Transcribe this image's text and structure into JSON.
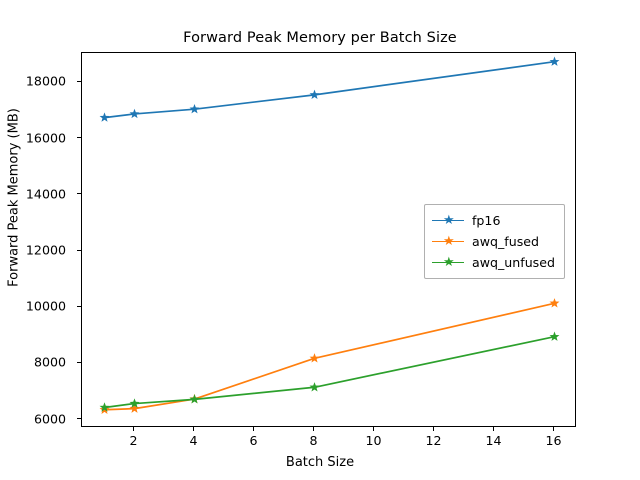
{
  "chart_data": {
    "type": "line",
    "title": "Forward Peak Memory per Batch Size",
    "xlabel": "Batch Size",
    "ylabel": "Forward Peak Memory (MB)",
    "xlim": [
      0.25,
      16.75
    ],
    "ylim": [
      5700,
      19050
    ],
    "xticks": [
      2,
      4,
      6,
      8,
      10,
      12,
      14,
      16
    ],
    "yticks": [
      6000,
      8000,
      10000,
      12000,
      14000,
      16000,
      18000
    ],
    "grid": false,
    "legend_position": "center right",
    "marker": "star",
    "x": [
      1,
      2,
      4,
      8,
      16
    ],
    "series": [
      {
        "name": "fp16",
        "color": "#1f77b4",
        "values": [
          16750,
          16880,
          17050,
          17560,
          18740
        ]
      },
      {
        "name": "awq_fused",
        "color": "#ff7f0e",
        "values": [
          6350,
          6390,
          6730,
          8180,
          10140
        ]
      },
      {
        "name": "awq_unfused",
        "color": "#2ca02c",
        "values": [
          6430,
          6570,
          6720,
          7150,
          8950
        ]
      }
    ]
  },
  "figure": {
    "title": "Forward Peak Memory per Batch Size",
    "xlabel": "Batch Size",
    "ylabel": "Forward Peak Memory (MB)",
    "xtick_labels": [
      "2",
      "4",
      "6",
      "8",
      "10",
      "12",
      "14",
      "16"
    ],
    "ytick_labels": [
      "6000",
      "8000",
      "10000",
      "12000",
      "14000",
      "16000",
      "18000"
    ],
    "legend": [
      {
        "label": "fp16",
        "color": "#1f77b4"
      },
      {
        "label": "awq_fused",
        "color": "#ff7f0e"
      },
      {
        "label": "awq_unfused",
        "color": "#2ca02c"
      }
    ]
  }
}
